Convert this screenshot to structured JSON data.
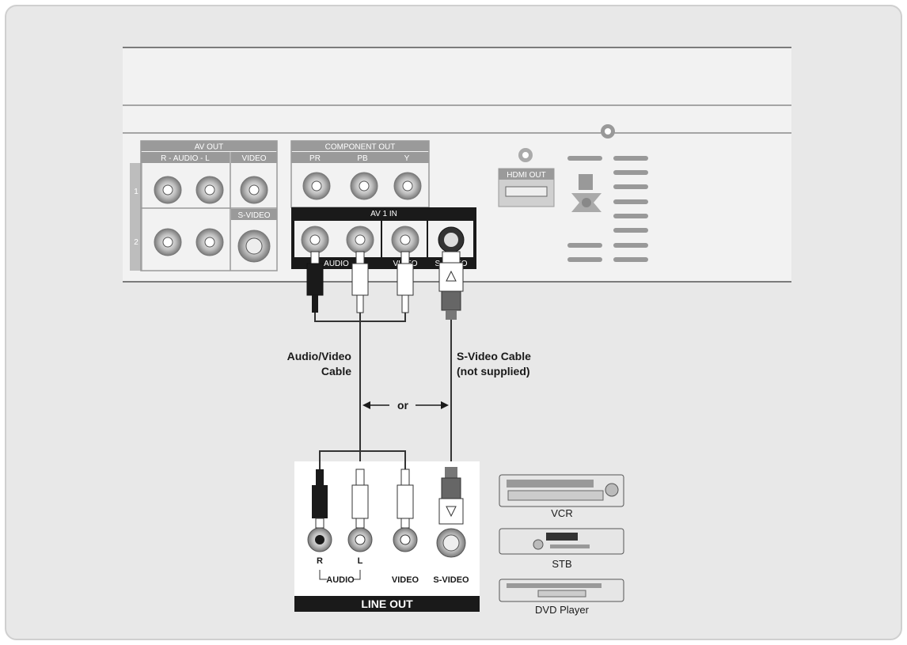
{
  "panel": {
    "av_out": "AV OUT",
    "audio": "R - AUDIO - L",
    "video": "VIDEO",
    "svideo": "S-VIDEO",
    "row1": "1",
    "row2": "2",
    "component_out": "COMPONENT OUT",
    "pr": "PR",
    "pb": "PB",
    "y": "Y",
    "av1_in": "AV 1 IN",
    "in_audio": "AUDIO",
    "in_video": "VIDEO",
    "in_svideo": "S-VIDEO",
    "hdmi_out": "HDMI OUT"
  },
  "labels": {
    "av_cable_line1": "Audio/Video",
    "av_cable_line2": "Cable",
    "sv_cable_line1": "S-Video Cable",
    "sv_cable_line2": "(not supplied)",
    "or": "or"
  },
  "line_out": {
    "r": "R",
    "l": "L",
    "audio": "AUDIO",
    "video": "VIDEO",
    "svideo": "S-VIDEO",
    "title": "LINE OUT"
  },
  "devices": {
    "vcr": "VCR",
    "stb": "STB",
    "dvd": "DVD Player"
  },
  "colors": {
    "background": "#e8e8e8",
    "panel": "#f2f2f2",
    "dark": "#1a1a1a",
    "line": "#333333"
  }
}
